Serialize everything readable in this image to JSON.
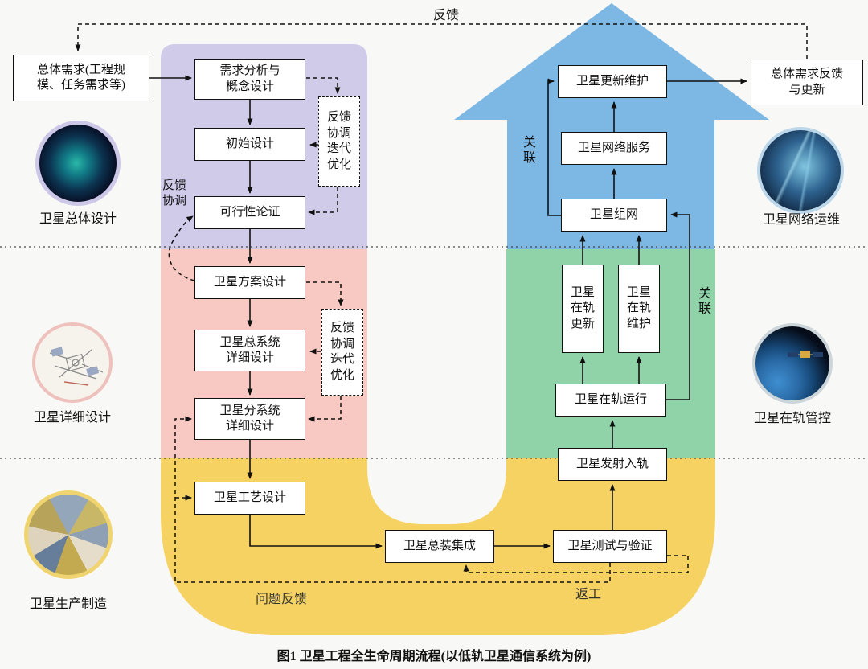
{
  "figure": {
    "caption": "图1  卫星工程全生命周期流程(以低轨卫星通信系统为例)",
    "top_feedback": "反馈"
  },
  "nodes": {
    "overall_req": "总体需求(工程规\n模、任务需求等)",
    "req_analysis": "需求分析与\n概念设计",
    "initial_design": "初始设计",
    "feasibility": "可行性论证",
    "iter_opt_1": "反馈\n协调\n迭代\n优化",
    "scheme_design": "卫星方案设计",
    "system_detail": "卫星总系统\n详细设计",
    "iter_opt_2": "反馈\n协调\n迭代\n优化",
    "subsystem_detail": "卫星分系统\n详细设计",
    "process_design": "卫星工艺设计",
    "assembly": "卫星总装集成",
    "test": "卫星测试与验证",
    "launch": "卫星发射入轨",
    "orbit_operation": "卫星在轨运行",
    "orbit_update": "卫星\n在轨\n更新",
    "orbit_maintain": "卫星\n在轨\n维护",
    "networking": "卫星组网",
    "network_service": "卫星网络服务",
    "update_maintain": "卫星更新维护",
    "req_feedback_update": "总体需求反馈\n与更新"
  },
  "edge_labels": {
    "feedback_coord": "反馈\n协调",
    "assoc_left": "关联",
    "assoc_right": "关联",
    "problem_feedback": "问题反馈",
    "rework": "返工"
  },
  "phase_labels": {
    "overall_design": "卫星总体设计",
    "detail_design": "卫星详细设计",
    "manufacture": "卫星生产制造",
    "network_ops": "卫星网络运维",
    "orbit_control": "卫星在轨管控"
  },
  "colors": {
    "overall_design_bg": "#cfcbe9",
    "detail_design_bg": "#f7c9c2",
    "manufacture_bg": "#f6d263",
    "orbit_bg": "#90d3a8",
    "network_bg": "#7db7e4"
  }
}
